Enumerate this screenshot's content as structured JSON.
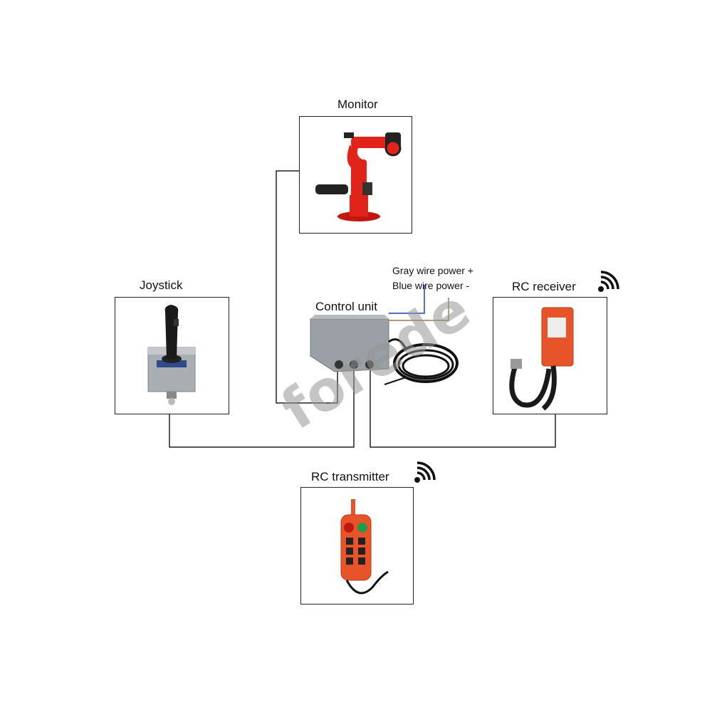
{
  "nodes": {
    "monitor": {
      "label": "Monitor"
    },
    "joystick": {
      "label": "Joystick"
    },
    "control_unit": {
      "label": "Control unit"
    },
    "rc_receiver": {
      "label": "RC receiver"
    },
    "rc_transmitter": {
      "label": "RC transmitter"
    }
  },
  "wires": {
    "gray_label": "Gray wire power +",
    "blue_label": "Blue wire power  -"
  },
  "watermark": "forede",
  "colors": {
    "line": "#222222",
    "monitor_red": "#e2231a",
    "receiver_orange": "#e8542a",
    "blue_wire": "#1f3fbf",
    "brown_wire": "#8a5a2b"
  },
  "icons": [
    "wifi-signal-icon"
  ]
}
